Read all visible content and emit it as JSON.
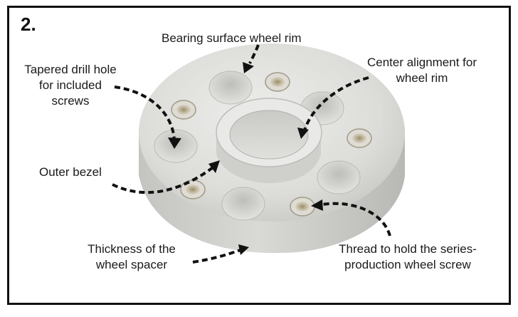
{
  "step_number": "2.",
  "labels": {
    "bearing_surface": "Bearing surface wheel rim",
    "tapered_drill_1": "Tapered drill hole",
    "tapered_drill_2": "for included",
    "tapered_drill_3": "screws",
    "center_alignment_1": "Center alignment for",
    "center_alignment_2": "wheel rim",
    "outer_bezel": "Outer bezel",
    "thickness_1": "Thickness of the",
    "thickness_2": "wheel spacer",
    "thread_1": "Thread to hold the series-",
    "thread_2": "production wheel screw"
  },
  "colors": {
    "border": "#111111",
    "metal_light": "#e6e6e4",
    "metal_mid": "#cfcfcc",
    "metal_dark": "#a9a9a6",
    "arrow": "#111111"
  }
}
